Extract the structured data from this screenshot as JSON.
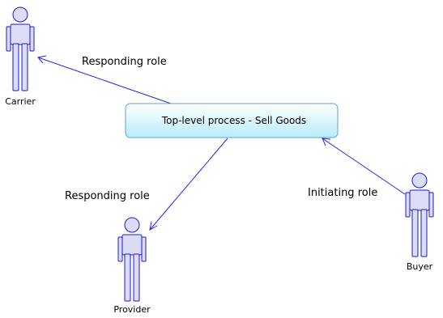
{
  "process": {
    "label": "Top-level process - Sell Goods"
  },
  "actors": {
    "carrier": {
      "name": "Carrier"
    },
    "provider": {
      "name": "Provider"
    },
    "buyer": {
      "name": "Buyer"
    }
  },
  "links": {
    "carrier_role": "Responding role",
    "provider_role": "Responding role",
    "buyer_role": "Initiating role"
  },
  "colors": {
    "line": "#2424e0",
    "actor_fill": "#dcdcf7",
    "actor_stroke": "#1a1ad0",
    "process_fill_top": "#ffffff",
    "process_fill_bottom": "#b9ecfb",
    "process_border": "#5aa7c4"
  }
}
